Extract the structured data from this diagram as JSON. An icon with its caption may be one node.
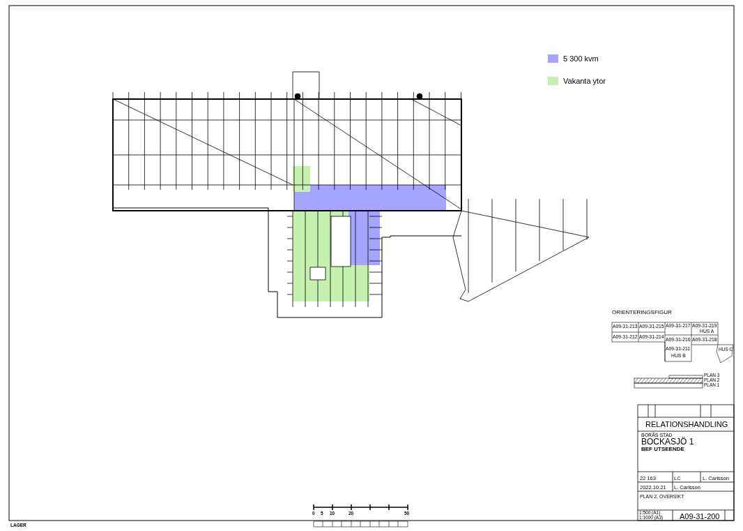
{
  "diagram": {
    "labels": [
      "ORIENTERINGSFIGUR",
      "A09-31-213",
      "A09-31-215",
      "A09-31-217",
      "A09-31-219",
      "HUS A",
      "A09-31-212",
      "A09-31-214",
      "A09-31-216",
      "A09-31-218",
      "A09-31-211",
      "HUS B",
      "HUS C",
      "PLAN 3",
      "PLAN 2",
      "PLAN 1",
      "RELATIONSHANDLING",
      "BORÅS STAD",
      "BOCKASJÖ 1",
      "BEF  UTSEENDE",
      "22 163",
      "LC",
      "L. Carlsson",
      "2022.10.21",
      "L. Carlsson",
      "PLAN 2, ÖVERSIKT",
      "1:500 (A1)",
      "1:1000 (A3)",
      "A09-31-200",
      "0",
      "5",
      "10",
      "20",
      "50",
      "LAGER"
    ],
    "legend": [
      {
        "text": "5 300 kvm",
        "color": "#a5a5ff"
      },
      {
        "text": "Vakanta ytor",
        "color": "#c6f0b0"
      }
    ]
  }
}
